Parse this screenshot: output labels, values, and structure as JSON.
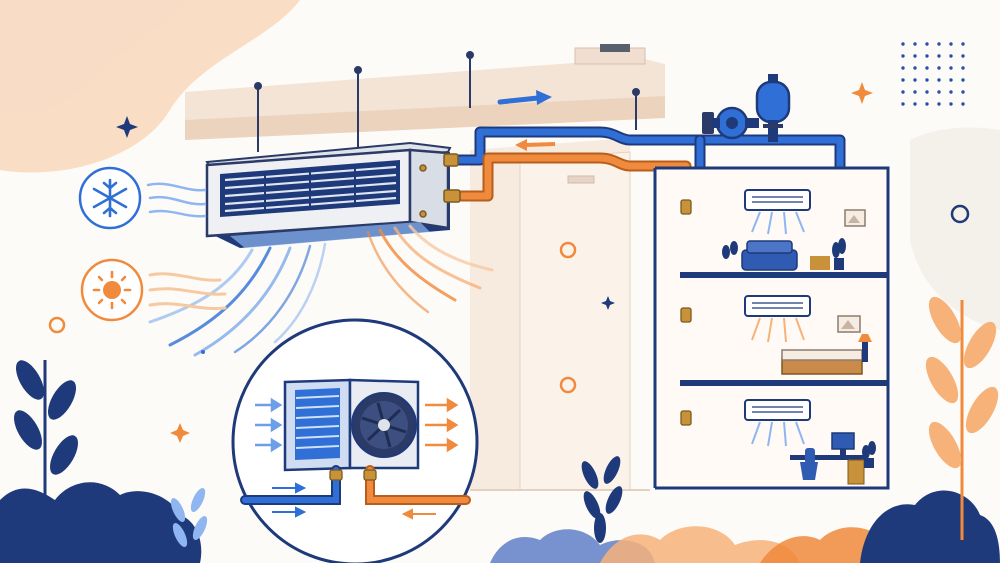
{
  "colors": {
    "navy": "#1f3a7a",
    "blue": "#2f6fd6",
    "light_blue": "#8fb6f0",
    "orange": "#f08a3c",
    "peach": "#f7c9a1",
    "cream": "#f6ece2",
    "wall": "#fbf3ea",
    "brass": "#c8923a"
  },
  "icons": {
    "cooling_mode": "snowflake-icon",
    "heating_mode": "sun-icon",
    "flow_direction": "arrow-right-icon"
  },
  "floors": [
    {
      "room": "living-room",
      "airflow": "cool"
    },
    {
      "room": "bedroom",
      "airflow": "warm"
    },
    {
      "room": "office",
      "airflow": "cool"
    }
  ]
}
